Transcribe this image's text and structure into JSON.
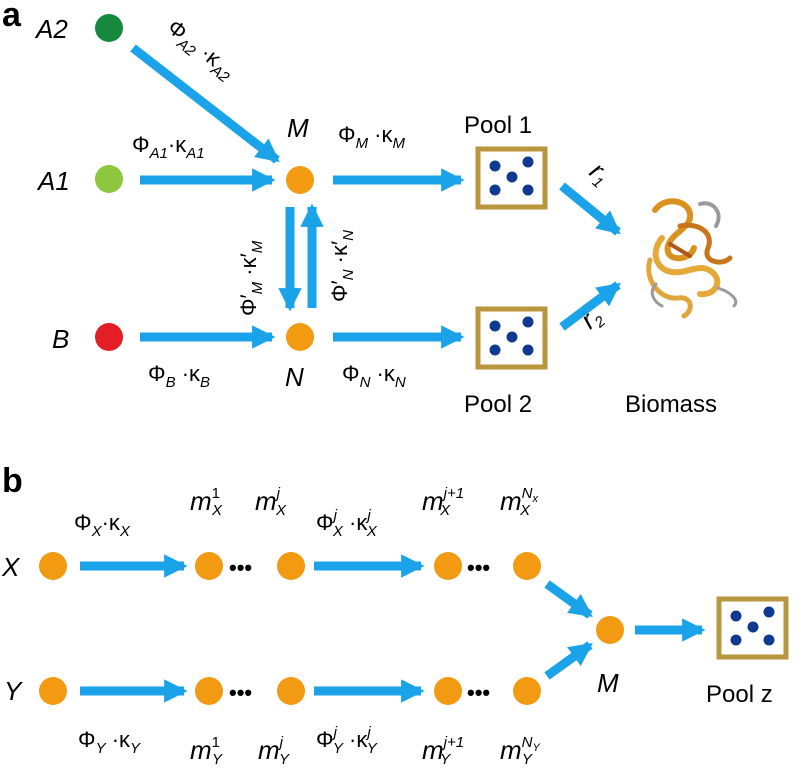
{
  "panel_a": {
    "label": "a",
    "nodes": {
      "A2": "A2",
      "A1": "A1",
      "B": "B",
      "M": "M",
      "N": "N"
    },
    "fluxes": {
      "a2_to_m": "Φ_{A2}·κ_{A2}",
      "a1_to_m": "Φ_{A1}·κ_{A1}",
      "b_to_n": "Φ_B·κ_B",
      "m_to_pool1": "Φ_M·κ_M",
      "n_to_pool2": "Φ_N·κ_N",
      "m_to_n": "Φ'_M·κ'_M",
      "n_to_m": "Φ'_N·κ'_N"
    },
    "pools": {
      "pool1": "Pool 1",
      "pool2": "Pool 2"
    },
    "rates": {
      "r1": "r1",
      "r2": "r2"
    },
    "biomass": "Biomass"
  },
  "panel_b": {
    "label": "b",
    "nodes": {
      "X": "X",
      "Y": "Y",
      "M": "M"
    },
    "fluxes": {
      "x_in": "Φ_X·κ_X",
      "x_mid": "Φ^j_X·κ^j_X",
      "y_in": "Φ_Y·κ_Y",
      "y_mid": "Φ^j_Y·κ^j_Y"
    },
    "metabolites": {
      "mx1": "m^1_X",
      "mxj": "m^j_X",
      "mxj1": "m^{j+1}_X",
      "mxN": "m^{N_x}_X",
      "my1": "m^1_Y",
      "myj": "m^j_Y",
      "myj1": "m^{j+1}_Y",
      "myN": "m^{N_Y}_Y"
    },
    "ellipsis": "•••",
    "pool": "Pool z"
  },
  "colors": {
    "arrow": "#1aa3e8",
    "metabolite": "#f29a12",
    "a2": "#16893e",
    "a1": "#8dc63f",
    "b": "#e31e24",
    "pool_border": "#b8963e",
    "pool_dots": "#103a8f",
    "protein": "#e5a93a"
  }
}
